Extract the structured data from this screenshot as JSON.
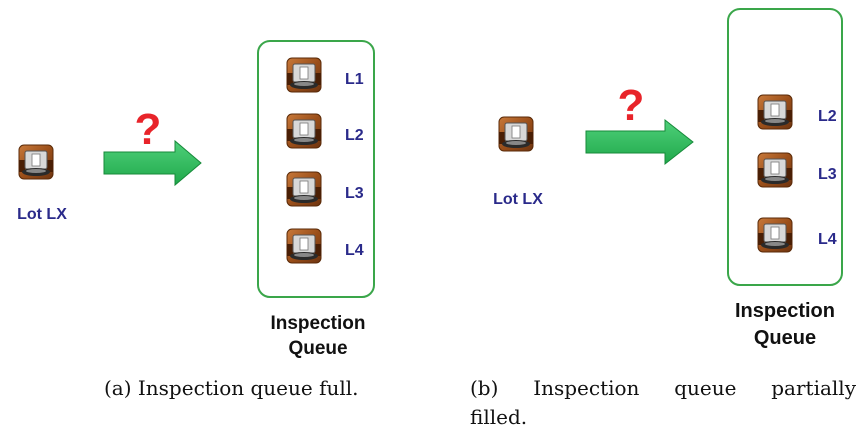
{
  "panel_a": {
    "lot_label": "Lot LX",
    "question_mark": "?",
    "queue_items": [
      "L1",
      "L2",
      "L3",
      "L4"
    ],
    "queue_title_line1": "Inspection",
    "queue_title_line2": "Queue",
    "caption": "(a) Inspection queue full."
  },
  "panel_b": {
    "lot_label": "Lot LX",
    "question_mark": "?",
    "queue_items": [
      "L2",
      "L3",
      "L4"
    ],
    "queue_title_line1": "Inspection",
    "queue_title_line2": "Queue",
    "caption_line1": "(b) Inspection queue partially",
    "caption_line2": "filled."
  },
  "colors": {
    "arrow": "#22b14c",
    "arrow_edge": "#178a3a",
    "question": "#e8242a",
    "label": "#2a2a8a",
    "queue_border": "#3aa64a",
    "chip_body": "#a55a1e"
  },
  "icons": {
    "lot": "ic-chip-icon",
    "arrow": "right-arrow-icon"
  }
}
